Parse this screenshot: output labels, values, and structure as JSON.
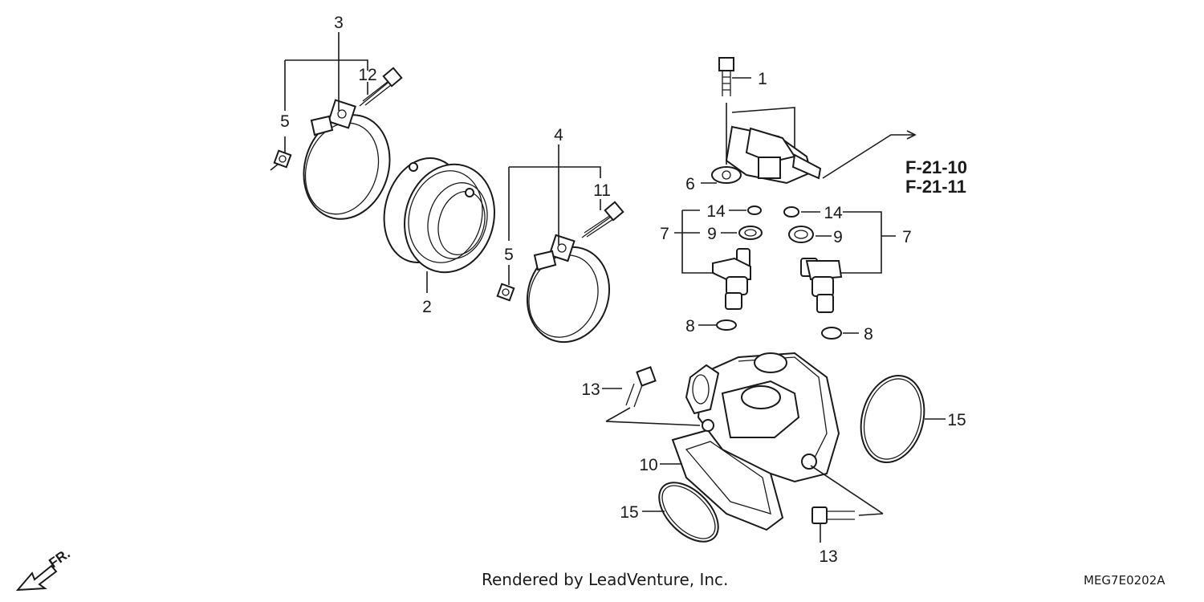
{
  "callouts": {
    "c1": "1",
    "c2": "2",
    "c3": "3",
    "c4": "4",
    "c5a": "5",
    "c5b": "5",
    "c6": "6",
    "c7a": "7",
    "c7b": "7",
    "c8a": "8",
    "c8b": "8",
    "c9a": "9",
    "c9b": "9",
    "c10": "10",
    "c11": "11",
    "c12": "12",
    "c13a": "13",
    "c13b": "13",
    "c14a": "14",
    "c14b": "14",
    "c15a": "15",
    "c15b": "15"
  },
  "references": {
    "ref1": "F-21-10",
    "ref2": "F-21-11"
  },
  "direction": {
    "label": "FR."
  },
  "footer": {
    "credit": "Rendered by LeadVenture, Inc.",
    "code": "MEG7E0202A"
  }
}
